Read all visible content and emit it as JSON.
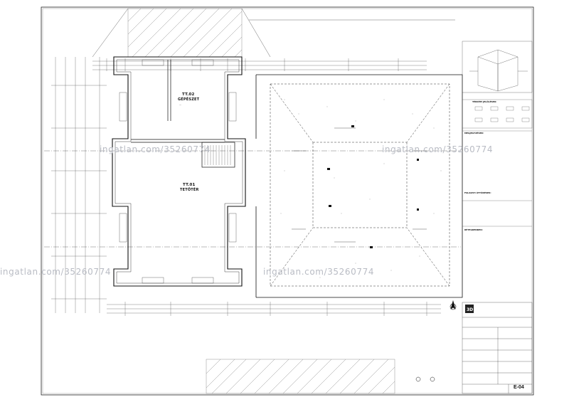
{
  "rooms": {
    "tt02_name": "TT.02",
    "tt02_sub": "GÉPÉSZET",
    "tt01_name": "TT.01",
    "tt01_sub": "TETŐTÉR"
  },
  "sheet": {
    "number": "E-04"
  },
  "watermark": {
    "text": "ingatlan.com/35260774"
  },
  "legend": {
    "title": "TÉRKÉPI JELÖLÉSEK:",
    "section_notes": "MEGJEGYZÉSEK:",
    "section_materials": "RÉTEGRENDEK:",
    "section_openings": "FALAZATI ÁTTÖRÉSEK:"
  },
  "icons": {
    "north_arrow": "north-arrow-icon",
    "company_logo": "company-logo-icon"
  }
}
